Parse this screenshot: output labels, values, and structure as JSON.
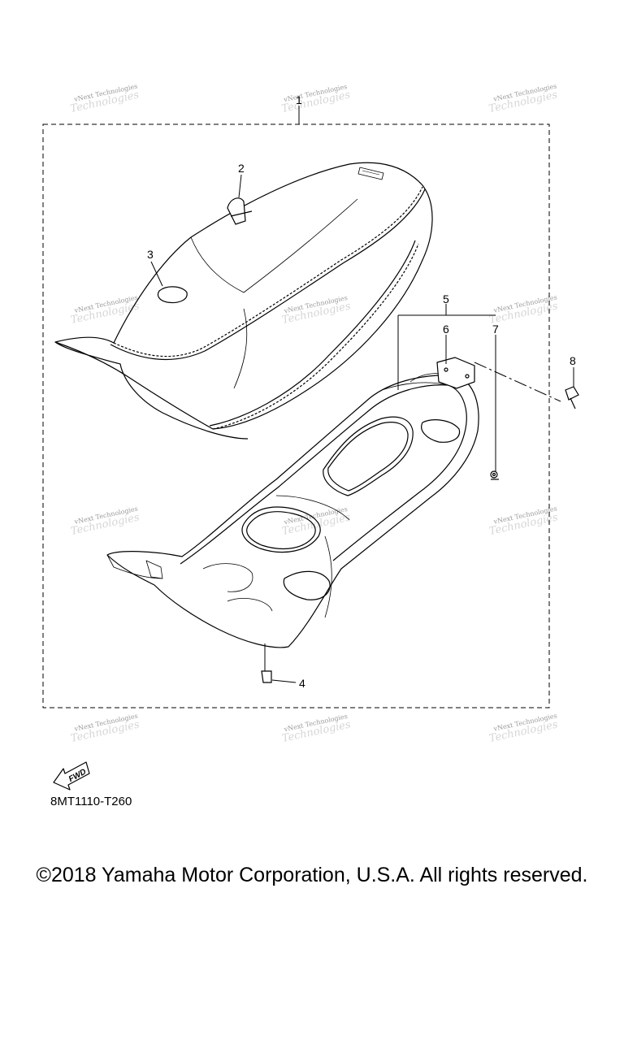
{
  "diagram": {
    "callouts": [
      "1",
      "2",
      "3",
      "4",
      "5",
      "6",
      "7",
      "8"
    ],
    "watermark_text": "vNext Technologies",
    "fwd_label": "FWD",
    "diagram_code": "8MT1110-T260"
  },
  "footer": {
    "copyright": "©2018 Yamaha Motor Corporation, U.S.A. All rights reserved."
  }
}
